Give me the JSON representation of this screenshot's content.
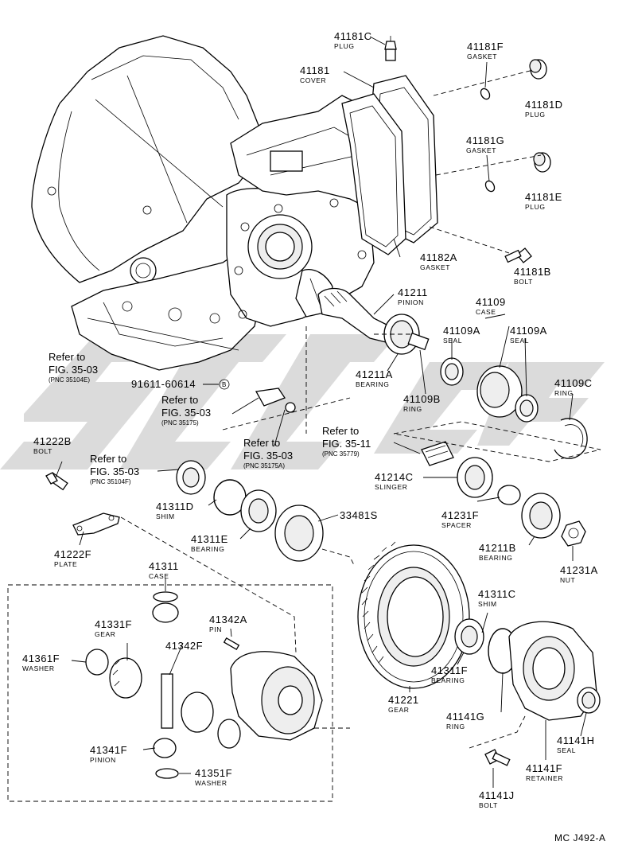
{
  "diagram_code": "MC J492-A",
  "parts": {
    "p41181C": {
      "num": "41181C",
      "name": "PLUG"
    },
    "p41181": {
      "num": "41181",
      "name": "COVER"
    },
    "p41181F": {
      "num": "41181F",
      "name": "GASKET"
    },
    "p41181D": {
      "num": "41181D",
      "name": "PLUG"
    },
    "p41181G": {
      "num": "41181G",
      "name": "GASKET"
    },
    "p41181E": {
      "num": "41181E",
      "name": "PLUG"
    },
    "p41182A": {
      "num": "41182A",
      "name": "GASKET"
    },
    "p41181B": {
      "num": "41181B",
      "name": "BOLT"
    },
    "p41211": {
      "num": "41211",
      "name": "PINION"
    },
    "p41109": {
      "num": "41109",
      "name": "CASE"
    },
    "p41109A_1": {
      "num": "41109A",
      "name": "SEAL"
    },
    "p41109A_2": {
      "num": "41109A",
      "name": "SEAL"
    },
    "p41109C": {
      "num": "41109C",
      "name": "RING"
    },
    "p41211A": {
      "num": "41211A",
      "name": "BEARING"
    },
    "p41109B": {
      "num": "41109B",
      "name": "RING"
    },
    "p91611": {
      "num": "91611-60614",
      "badge": "B"
    },
    "p41222B": {
      "num": "41222B",
      "name": "BOLT"
    },
    "p41214C": {
      "num": "41214C",
      "name": "SLINGER"
    },
    "p41231F": {
      "num": "41231F",
      "name": "SPACER"
    },
    "p41311D": {
      "num": "41311D",
      "name": "SHIM"
    },
    "p33481S": {
      "num": "33481S"
    },
    "p41311E": {
      "num": "41311E",
      "name": "BEARING"
    },
    "p41211B": {
      "num": "41211B",
      "name": "BEARING"
    },
    "p41231A": {
      "num": "41231A",
      "name": "NUT"
    },
    "p41222F": {
      "num": "41222F",
      "name": "PLATE"
    },
    "p41311": {
      "num": "41311",
      "name": "CASE"
    },
    "p41331F": {
      "num": "41331F",
      "name": "GEAR"
    },
    "p41342A": {
      "num": "41342A",
      "name": "PIN"
    },
    "p41342F": {
      "num": "41342F"
    },
    "p41361F": {
      "num": "41361F",
      "name": "WASHER"
    },
    "p41311C": {
      "num": "41311C",
      "name": "SHIM"
    },
    "p41311F": {
      "num": "41311F",
      "name": "BEARING"
    },
    "p41221": {
      "num": "41221",
      "name": "GEAR"
    },
    "p41141G": {
      "num": "41141G",
      "name": "RING"
    },
    "p41141H": {
      "num": "41141H",
      "name": "SEAL"
    },
    "p41141F": {
      "num": "41141F",
      "name": "RETAINER"
    },
    "p41341F": {
      "num": "41341F",
      "name": "PINION"
    },
    "p41351F": {
      "num": "41351F",
      "name": "WASHER"
    },
    "p41141J": {
      "num": "41141J",
      "name": "BOLT"
    }
  },
  "refs": {
    "r1": {
      "text": "Refer to",
      "fig": "FIG. 35-03",
      "pnc": "(PNC 35104E)"
    },
    "r2": {
      "text": "Refer to",
      "fig": "FIG. 35-03",
      "pnc": "(PNC 35175)"
    },
    "r3": {
      "text": "Refer to",
      "fig": "FIG. 35-03",
      "pnc": "(PNC 35175A)"
    },
    "r4": {
      "text": "Refer to",
      "fig": "FIG. 35-11",
      "pnc": "(PNC 35779)"
    },
    "r5": {
      "text": "Refer to",
      "fig": "FIG. 35-03",
      "pnc": "(PNC 35104F)"
    }
  }
}
